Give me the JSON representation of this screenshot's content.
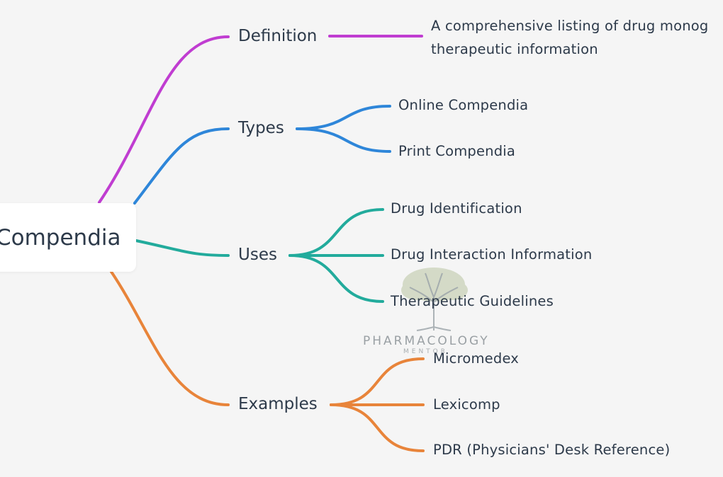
{
  "root": {
    "label": "Compendia"
  },
  "branches": {
    "definition": {
      "label": "Definition",
      "color": "#c03dd1",
      "text_line1": "A comprehensive listing of drug monog",
      "text_line2": "therapeutic information"
    },
    "types": {
      "label": "Types",
      "color": "#2e86d9",
      "children": [
        "Online Compendia",
        "Print Compendia"
      ]
    },
    "uses": {
      "label": "Uses",
      "color": "#22ab9c",
      "children": [
        "Drug Identification",
        "Drug Interaction Information",
        "Therapeutic Guidelines"
      ]
    },
    "examples": {
      "label": "Examples",
      "color": "#e8843a",
      "children": [
        "Micromedex",
        "Lexicomp",
        "PDR (Physicians' Desk Reference)"
      ]
    }
  },
  "watermark": {
    "name": "PHARMACOLOGY",
    "sub": "MENTOR"
  }
}
